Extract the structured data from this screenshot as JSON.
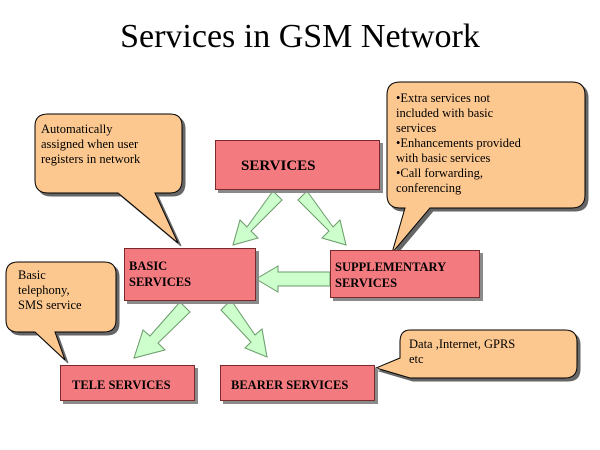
{
  "title": "Services in GSM Network",
  "nodes": {
    "services": "SERVICES",
    "basic": [
      "BASIC",
      "SERVICES"
    ],
    "supplementary": [
      "SUPPLEMENTARY",
      "SERVICES"
    ],
    "tele": "TELE SERVICES",
    "bearer": "BEARER SERVICES"
  },
  "callouts": {
    "basic_note": [
      "Automatically",
      "assigned when user",
      "registers in network"
    ],
    "supp_note": [
      "•Extra  services not",
      "included with basic",
      "services",
      "•Enhancements provided",
      "with basic services",
      "•Call forwarding,",
      "conferencing"
    ],
    "tele_note": [
      "Basic",
      "telephony,",
      "SMS service"
    ],
    "bearer_note": [
      "Data ,Internet, GPRS",
      "etc"
    ]
  },
  "colors": {
    "box_fill": "#f37a7f",
    "callout_fill": "#fcc890",
    "arrow_fill": "#ccffcc",
    "arrow_stroke": "#6a9a6a"
  }
}
